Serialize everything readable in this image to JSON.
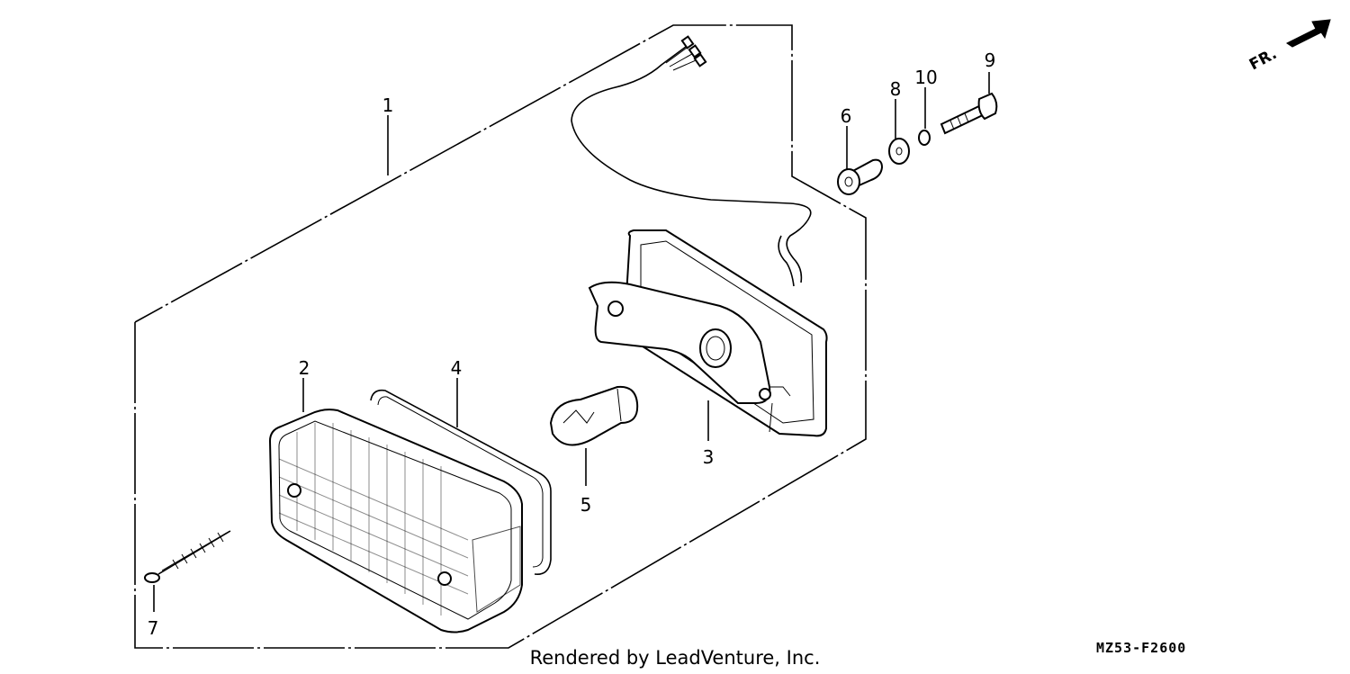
{
  "callouts": [
    "1",
    "2",
    "3",
    "4",
    "5",
    "6",
    "7",
    "8",
    "9",
    "10"
  ],
  "direction_label": "FR.",
  "footer": {
    "credit": "Rendered by LeadVenture, Inc.",
    "diagram_code": "MZ53-F2600"
  },
  "colors": {
    "ink": "#000000",
    "background": "#ffffff"
  }
}
